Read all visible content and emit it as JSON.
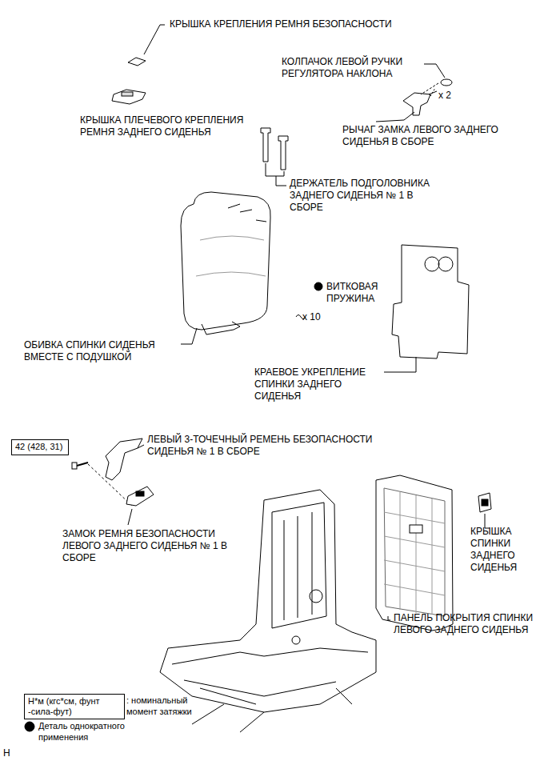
{
  "diagram": {
    "nodes": [
      {
        "text": [
          "42 (428, 31)"
        ]
      },
      {
        "text": [
          "Н*м (кгс*см, фунт -сила-фут)"
        ]
      }
    ],
    "labels": [
      "КРЫШКА КРЕПЛЕНИЯ РЕМНЯ БЕЗОПАСНОСТИ",
      "КОЛПАЧОК ЛЕВОЙ РУЧКИ РЕГУЛЯТОРА НАКЛОНА",
      "x 2",
      "КРЫШКА ПЛЕЧЕВОГО КРЕПЛЕНИЯ РЕМНЯ ЗАДНЕГО СИДЕНЬЯ",
      "РЫЧАГ ЗАМКА ЛЕВОГО ЗАДНЕГО СИДЕНЬЯ В СБОРЕ",
      "ДЕРЖАТЕЛЬ ПОДГОЛОВНИКА ЗАДНЕГО СИДЕНЬЯ № 1 В СБОРЕ",
      "ВИТКОВАЯ ПРУЖИНА",
      "x 10",
      "ОБИВКА СПИНКИ СИДЕНЬЯ ВМЕСТЕ С ПОДУШКОЙ",
      "КРАЕВОЕ УКРЕПЛЕНИЕ СПИНКИ ЗАДНЕГО СИДЕНЬЯ",
      "ЛЕВЫЙ 3-ТОЧЕЧНЫЙ РЕМЕНЬ БЕЗОПАСНОСТИ СИДЕНЬЯ № 1 В СБОРЕ",
      "ЗАМОК РЕМНЯ БЕЗОПАСНОСТИ ЛЕВОГО ЗАДНЕГО СИДЕНЬЯ № 1 В СБОРЕ",
      "КРЫШКА СПИНКИ ЗАДНЕГО СИДЕНЬЯ",
      "ПАНЕЛЬ ПОКРЫТИЯ СПИНКИ ЛЕВОГО ЗАДНЕГО СИДЕНЬЯ",
      "H"
    ],
    "legend": [
      {
        "text": ": номинальный момент затяжки"
      },
      {
        "text": "Деталь однократного применения"
      }
    ]
  }
}
